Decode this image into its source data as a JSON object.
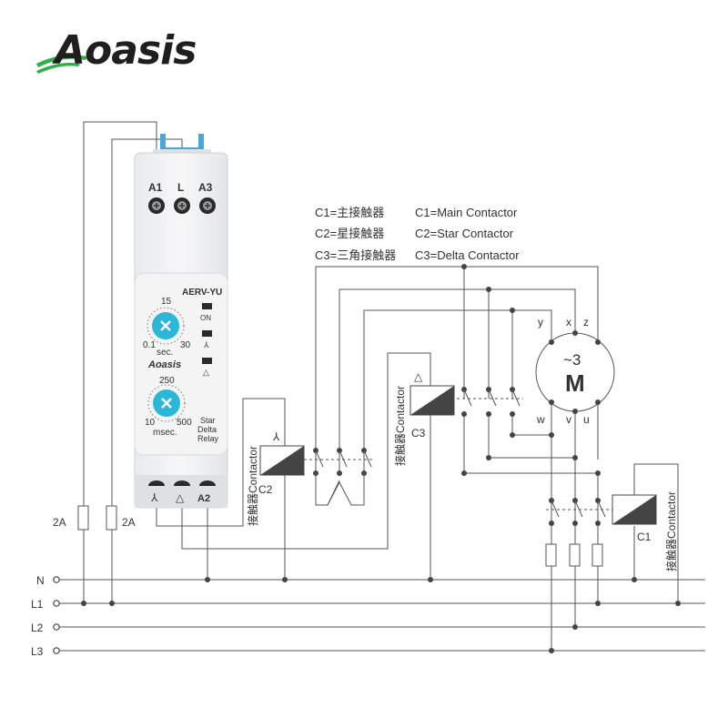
{
  "brand": {
    "logo_text": "Aoasis",
    "accent_color": "#2fae49"
  },
  "relay": {
    "model": "AERV-YU",
    "brand_label": "Aoasis",
    "top_terminals": [
      "A1",
      "L",
      "A3"
    ],
    "bottom_terminals": [
      "⅄",
      "△",
      "A2"
    ],
    "indicators": [
      "ON",
      "⅄",
      "△"
    ],
    "knob1": {
      "top": "15",
      "left": "0.1",
      "right": "30",
      "unit": "sec."
    },
    "knob2": {
      "top": "250",
      "left": "10",
      "right": "500",
      "unit": "msec."
    },
    "side_label": [
      "Star",
      "Delta",
      "Relay"
    ],
    "knob_color": "#2bb7d6",
    "clip_color": "#4aa6d8"
  },
  "legend": [
    {
      "cn": "C1=主接触器",
      "en": "C1=Main Contactor"
    },
    {
      "cn": "C2=星接触器",
      "en": "C2=Star Contactor"
    },
    {
      "cn": "C3=三角接触器",
      "en": "C3=Delta Contactor"
    }
  ],
  "lines": [
    "N",
    "L1",
    "L2",
    "L3"
  ],
  "fuses": [
    "2A",
    "2A"
  ],
  "motor": {
    "symbol": "M",
    "phase": "~3",
    "terminals_top": [
      "y",
      "x",
      "z"
    ],
    "terminals_bottom": [
      "w",
      "v",
      "u"
    ]
  },
  "coils": {
    "c2": {
      "label": "C2",
      "symbol": "⅄",
      "vertical": "接触器Contactor"
    },
    "c3": {
      "label": "C3",
      "symbol": "△",
      "vertical": "接触器Contactor"
    },
    "c1": {
      "label": "C1",
      "vertical": "接触器Contactor"
    }
  }
}
